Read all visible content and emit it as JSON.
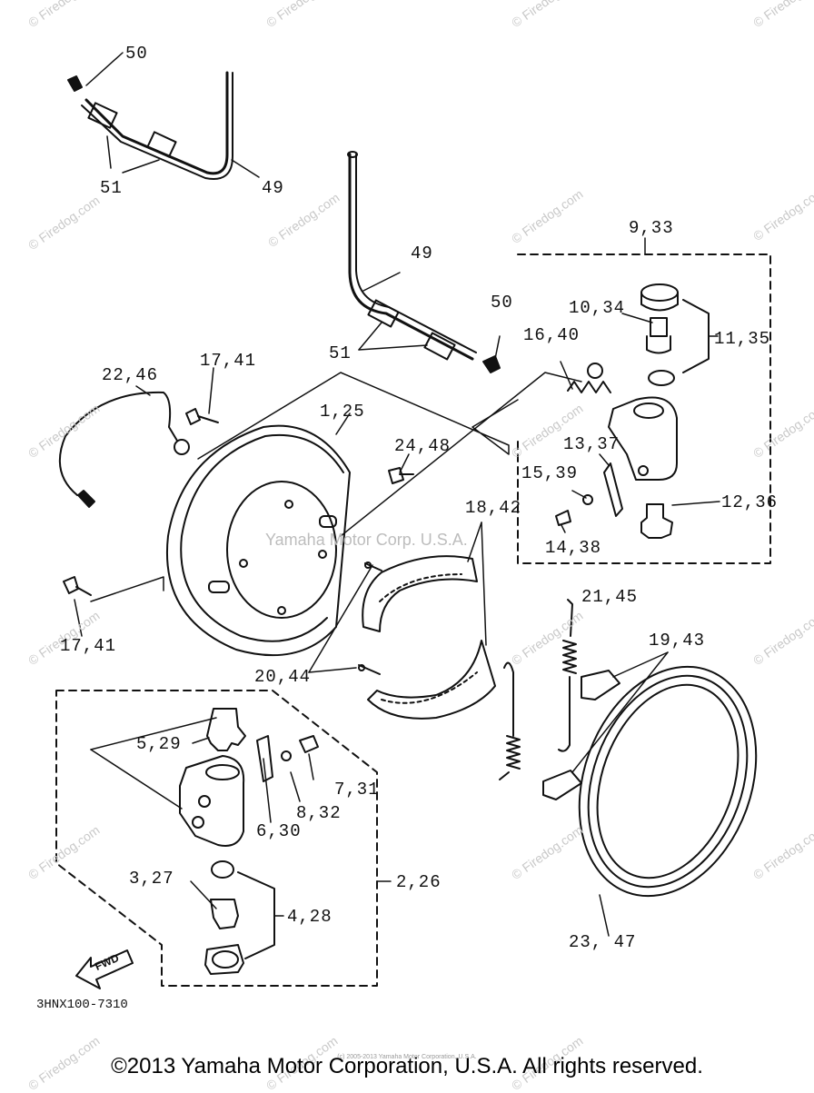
{
  "watermark": "© Firedog.com",
  "center_watermark": "Yamaha Motor Corp. U.S.A.",
  "labels": {
    "p50_top": "50",
    "p51_top": "51",
    "p49_top": "49",
    "p9_33": "9,33",
    "p49_mid": "49",
    "p10_34": "10,34",
    "p11_35": "11,35",
    "p50_mid": "50",
    "p16_40": "16,40",
    "p51_mid": "51",
    "p22_46": "22,46",
    "p17_41_top": "17,41",
    "p1_25": "1,25",
    "p24_48": "24,48",
    "p13_37": "13,37",
    "p15_39": "15,39",
    "p12_36": "12,36",
    "p18_42": "18,42",
    "p14_38": "14,38",
    "p21_45": "21,45",
    "p17_41_bot": "17,41",
    "p19_43": "19,43",
    "p20_44": "20,44",
    "p5_29": "5,29",
    "p7_31": "7,31",
    "p8_32": "8,32",
    "p6_30": "6,30",
    "p2_26": "2,26",
    "p3_27": "3,27",
    "p4_28": "4,28",
    "p23_47": "23, 47"
  },
  "fwd_label": "FWD",
  "diagram_code": "3HNX100-7310",
  "copyright": "©2013 Yamaha Motor Corporation, U.S.A. All rights reserved.",
  "copyright_small": "(c) 2005-2013 Yamaha Motor Corporation, U.S.A."
}
